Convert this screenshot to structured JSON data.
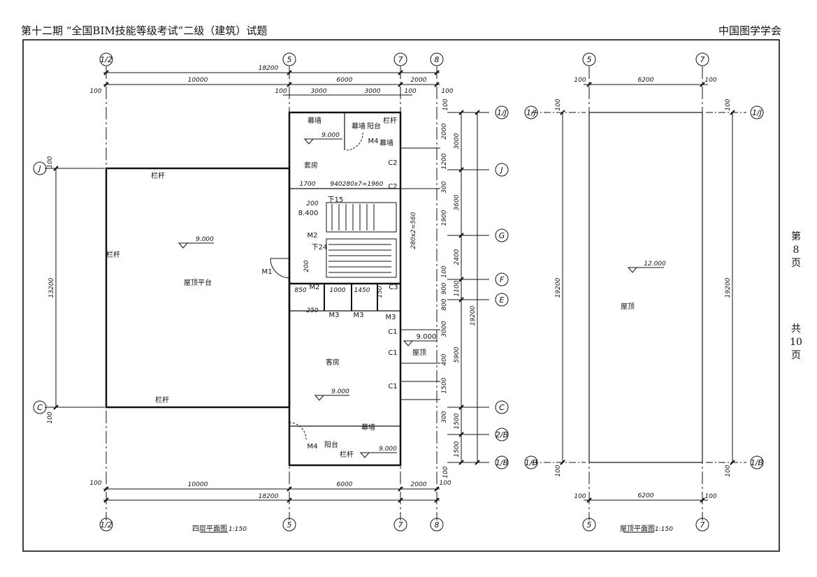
{
  "header": {
    "title": "第十二期 “全国BIM技能等级考试”二级（建筑）试题",
    "publisher": "中国图学学会"
  },
  "page_marker": {
    "page_prefix": "第",
    "page_no": "8",
    "page_unit": "页",
    "total_prefix": "共",
    "total_no": "10",
    "total_unit": "页"
  },
  "floor_plan": {
    "title": "四层平面图",
    "scale": "1:150",
    "axes": {
      "a12": "1/2",
      "a5": "5",
      "a7": "7",
      "a8": "8",
      "J": "J",
      "C": "C",
      "1J": "1/J",
      "G": "G",
      "F": "F",
      "E": "E",
      "2B": "2/B",
      "1B": "1/B"
    },
    "dims": {
      "total": "18200",
      "d10000": "10000",
      "d6000": "6000",
      "d2000": "2000",
      "d3000": "3000",
      "d100": "100",
      "d13200": "13200",
      "d19200": "19200",
      "v2000": "2000",
      "v1200": "1200",
      "v300": "300",
      "v1900": "1900",
      "v2400": "2400",
      "v900": "900",
      "v800": "800",
      "v400": "400",
      "v1500": "1500",
      "v5900": "5900",
      "v3600": "3600",
      "v1100": "1100",
      "d1700": "1700",
      "d940": "940",
      "stair_top": "280x7=1960",
      "stair_side": "280x2=560",
      "d200": "200",
      "d850": "850",
      "d1000": "1000",
      "d1450": "1450",
      "d250": "250",
      "d150": "150"
    },
    "labels": {
      "roof_terrace": "屋顶平台",
      "railing": "栏杆",
      "curtain_wall": "幕墙",
      "balcony": "阳台",
      "suite": "套房",
      "guest_room": "客房",
      "roof": "屋顶",
      "down15": "下15",
      "down24": "下24",
      "M1": "M1",
      "M2": "M2",
      "M3": "M3",
      "M4": "M4",
      "C1": "C1",
      "C2": "C2",
      "C3": "C3"
    },
    "levels": {
      "l9000": "9.000",
      "l8400": "8.400"
    }
  },
  "roof_plan": {
    "title": "屋顶平面图",
    "scale": "1:150",
    "axes": {
      "a5": "5",
      "a7": "7",
      "1J": "1/J",
      "1B": "1/B"
    },
    "dims": {
      "d6200": "6200",
      "d19200": "19200",
      "d100": "100"
    },
    "labels": {
      "roof": "屋顶"
    },
    "levels": {
      "l12000": "12.000"
    }
  }
}
